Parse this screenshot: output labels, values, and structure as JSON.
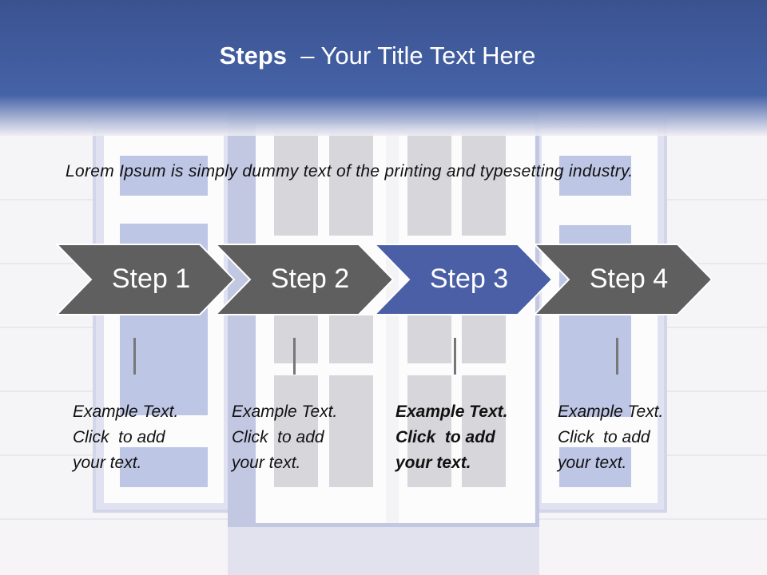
{
  "title": {
    "bold": "Steps",
    "rest": "  – Your Title Text Here"
  },
  "intro": "Lorem Ipsum is simply dummy text of the printing and typesetting industry.",
  "colors": {
    "accent": "#4563a7",
    "step_fill": "#5f5f5f",
    "active_fill": "#4a5fa6",
    "title_band": "#3b5290"
  },
  "steps": [
    {
      "label": "Step 1",
      "text": "Example Text.\nClick  to add\nyour text.",
      "active": false
    },
    {
      "label": "Step 2",
      "text": "Example Text.\nClick  to add\nyour text.",
      "active": false
    },
    {
      "label": "Step 3",
      "text": "Example Text.\nClick  to add\nyour text.",
      "active": true
    },
    {
      "label": "Step 4",
      "text": "Example Text.\nClick  to add\nyour text.",
      "active": false
    }
  ]
}
